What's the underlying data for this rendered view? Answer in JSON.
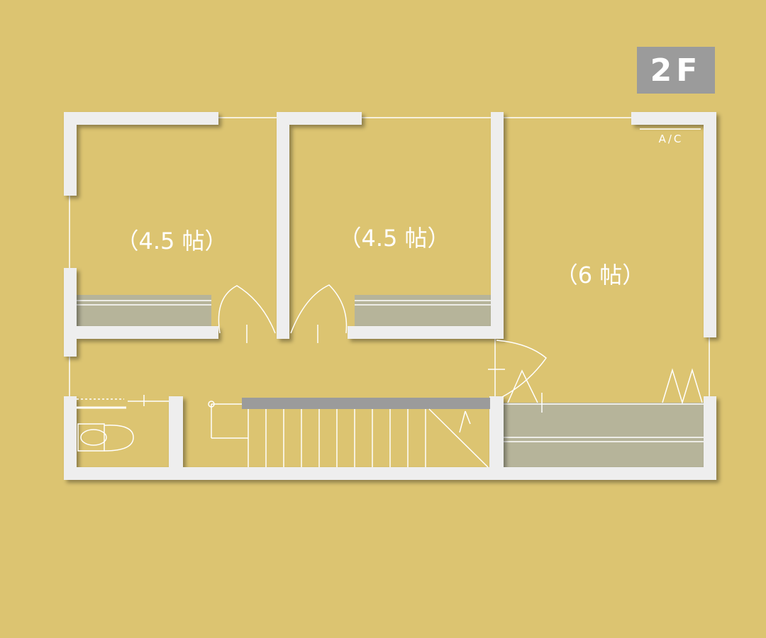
{
  "floor": {
    "label": "2F"
  },
  "rooms": [
    {
      "label": "（4.5 帖）"
    },
    {
      "label": "（4.5 帖）"
    },
    {
      "label": "（6 帖）"
    }
  ],
  "equipment": {
    "ac_label": "A/C"
  },
  "colors": {
    "background": "#dcc471",
    "wall": "#eeeeee",
    "closet": "#b6b49a",
    "badge": "#9b9b9b",
    "stair_rail": "#9b9b9b",
    "line": "#ffffff"
  }
}
